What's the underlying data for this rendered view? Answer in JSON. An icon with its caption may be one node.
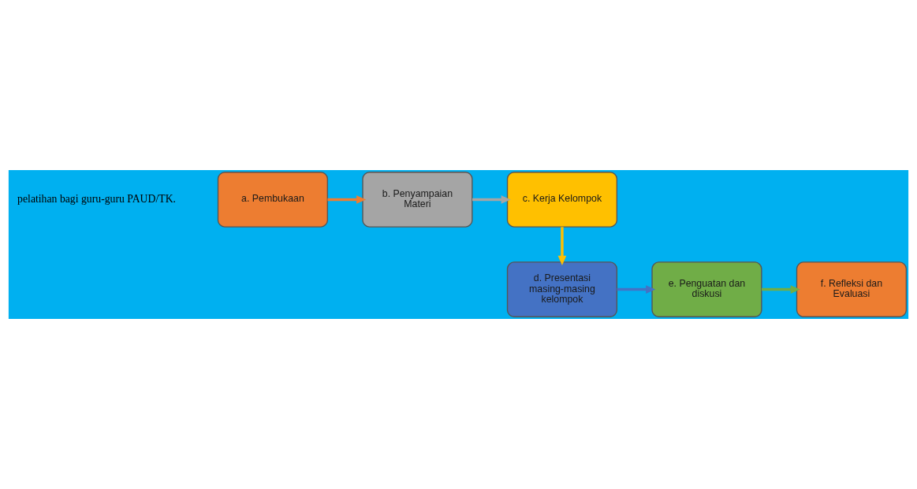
{
  "diagram": {
    "nodes": [
      {
        "text": [
          "a. Pembukaan"
        ]
      },
      {
        "text": [
          "b. Penyampaian Materi"
        ]
      },
      {
        "text": [
          "c. Kerja Kelompok"
        ]
      },
      {
        "text": [
          "d. Presentasi masing-masing kelompok"
        ]
      },
      {
        "text": [
          "e. Penguatan dan diskusi"
        ]
      },
      {
        "text": [
          "f. Refleksi dan Evaluasi"
        ]
      }
    ],
    "edges": [
      {
        "from": 0,
        "to": 1,
        "arrow": "to",
        "color": "#ed7d31"
      },
      {
        "from": 1,
        "to": 2,
        "arrow": "to",
        "color": "#a5a5a5"
      },
      {
        "from": 2,
        "to": 3,
        "arrow": "to",
        "color": "#ffc000"
      },
      {
        "from": 3,
        "to": 4,
        "arrow": "to",
        "color": "#4472c4"
      },
      {
        "from": 4,
        "to": 5,
        "arrow": "to",
        "color": "#70ad47"
      }
    ],
    "labels": [
      "pelatihan bagi guru-guru PAUD/TK."
    ]
  }
}
